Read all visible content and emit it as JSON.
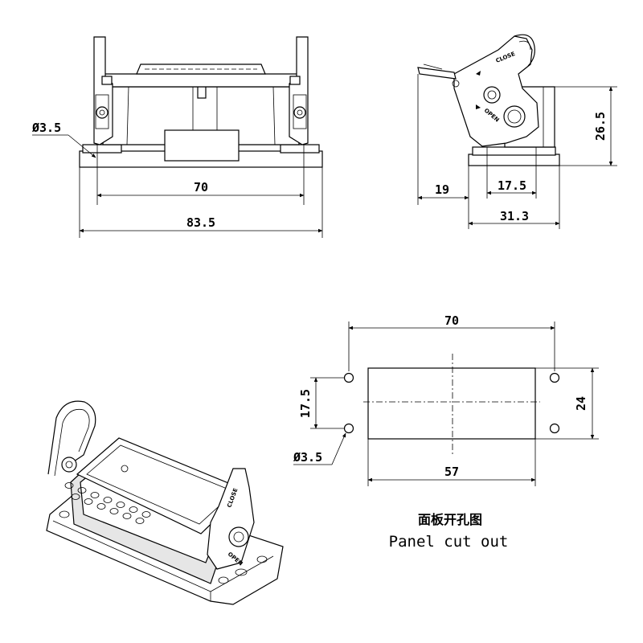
{
  "front_view": {
    "hole_dia": "Ø3.5",
    "hole_spacing": "70",
    "overall_width": "83.5"
  },
  "side_view": {
    "lever_offset": "19",
    "hole_offset": "17.5",
    "base_depth": "31.3",
    "height": "26.5",
    "lever_close": "CLOSE",
    "lever_open": "OPEN"
  },
  "panel_cutout": {
    "hole_spacing": "70",
    "hole_pitch": "17.5",
    "cutout_height": "24",
    "cutout_width": "57",
    "hole_dia": "Ø3.5",
    "caption_cn": "面板开孔图",
    "caption_en": "Panel cut out"
  },
  "iso_view": {
    "lever_close": "CLOSE",
    "lever_open": "OPEN"
  }
}
